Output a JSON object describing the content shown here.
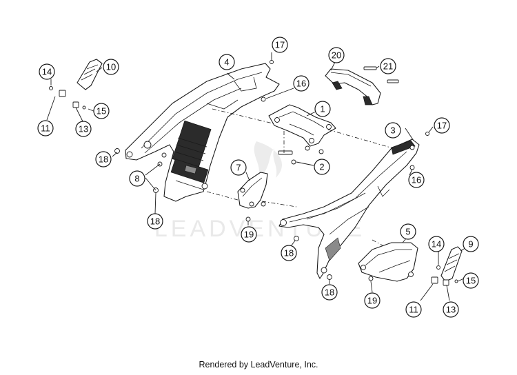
{
  "watermark": "LEADVENTURE",
  "footer": "Rendered by LeadVenture, Inc.",
  "callouts": [
    {
      "label": "1"
    },
    {
      "label": "2"
    },
    {
      "label": "3"
    },
    {
      "label": "4"
    },
    {
      "label": "5"
    },
    {
      "label": "7"
    },
    {
      "label": "8"
    },
    {
      "label": "9"
    },
    {
      "label": "10"
    },
    {
      "label": "11"
    },
    {
      "label": "11"
    },
    {
      "label": "13"
    },
    {
      "label": "13"
    },
    {
      "label": "14"
    },
    {
      "label": "14"
    },
    {
      "label": "15"
    },
    {
      "label": "15"
    },
    {
      "label": "16"
    },
    {
      "label": "16"
    },
    {
      "label": "17"
    },
    {
      "label": "17"
    },
    {
      "label": "18"
    },
    {
      "label": "18"
    },
    {
      "label": "18"
    },
    {
      "label": "18"
    },
    {
      "label": "19"
    },
    {
      "label": "19"
    },
    {
      "label": "20"
    },
    {
      "label": "21"
    }
  ]
}
